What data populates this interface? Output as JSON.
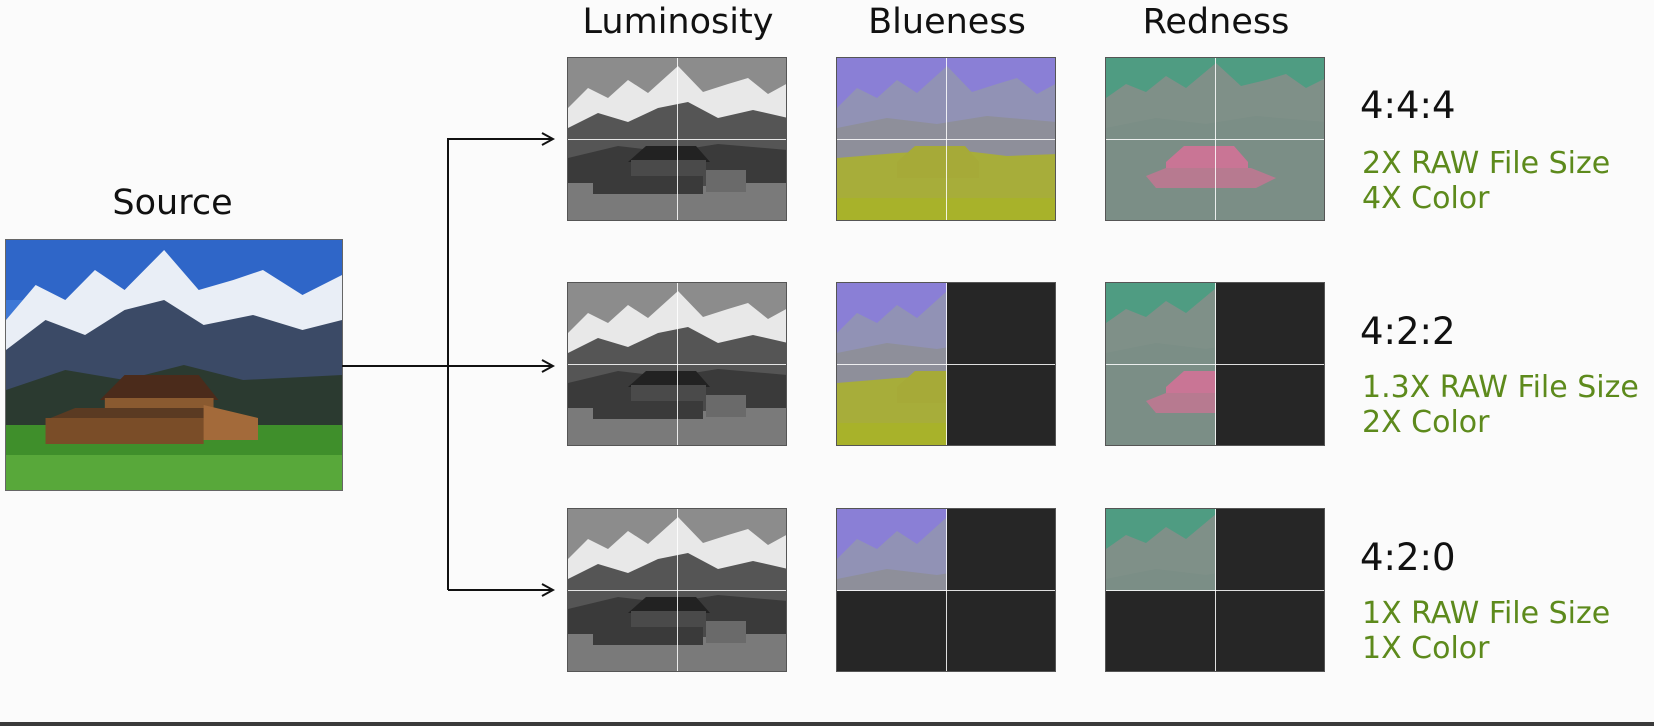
{
  "source_title": "Source",
  "columns": [
    "Luminosity",
    "Blueness",
    "Redness"
  ],
  "rows": [
    {
      "ratio": "4:4:4",
      "file_size": "2X RAW File Size",
      "color": "4X Color"
    },
    {
      "ratio": "4:2:2",
      "file_size": "1.3X RAW File Size",
      "color": "2X Color"
    },
    {
      "ratio": "4:2:0",
      "file_size": "1X RAW File Size",
      "color": "1X Color"
    }
  ],
  "colors": {
    "accent_green": "#5d8a1c",
    "blue_tint": "#8a7fd6",
    "yellow_tint": "#a8b22a",
    "teal_tint": "#4f9c82",
    "pink_tint": "#c97595",
    "dark_block": "#262626"
  }
}
